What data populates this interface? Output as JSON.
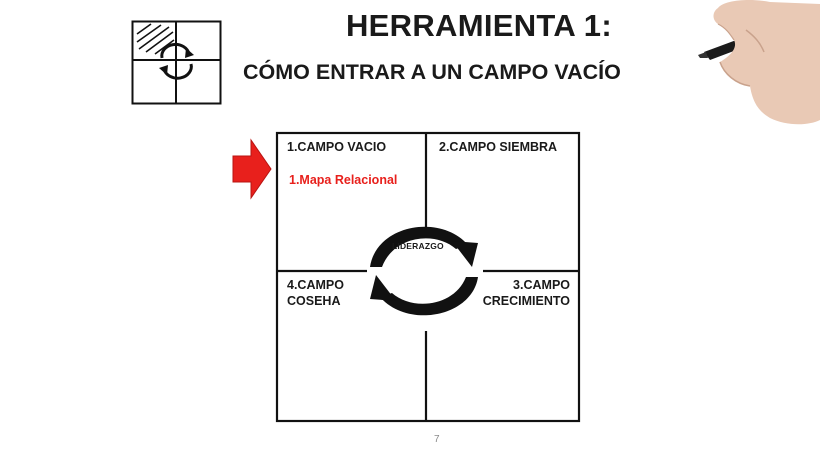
{
  "slide": {
    "title": "HERRAMIENTA 1:",
    "subtitle": "CÓMO ENTRAR A UN CAMPO VACÍO",
    "page_number": "7"
  },
  "quadrants": {
    "q1_label": "1.CAMPO VACIO",
    "q1_note": "1.Mapa Relacional",
    "q2_label": "2.CAMPO SIEMBRA",
    "q3_line1": "3.CAMPO",
    "q3_line2": "CRECIMIENTO",
    "q4_line1": "4.CAMPO",
    "q4_line2": "COSEHA"
  },
  "cycle": {
    "center_label": "LIDERAZGO"
  },
  "colors": {
    "accent_red": "#e8201c",
    "text": "#1a1a1a"
  },
  "icons": [
    "quadrant-cycle-icon",
    "red-arrow-icon",
    "hand-with-marker-icon"
  ]
}
